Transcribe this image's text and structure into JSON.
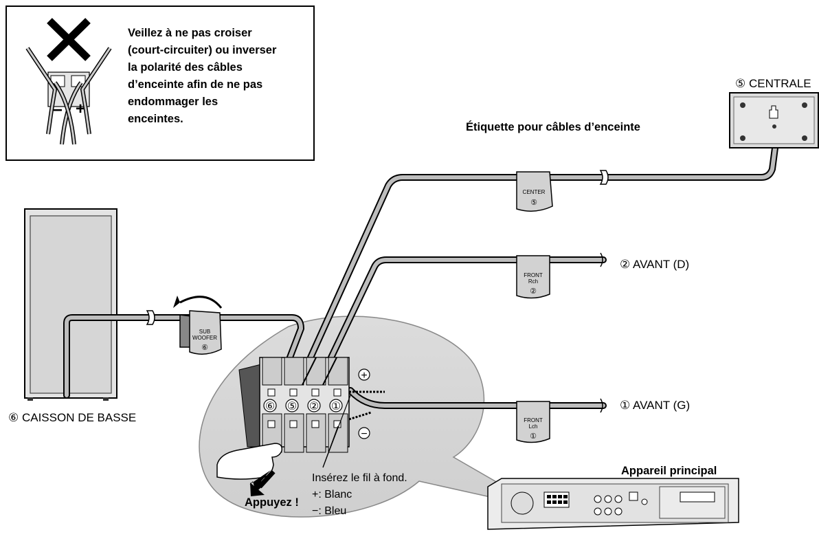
{
  "warning": {
    "lines": [
      "Veillez à ne pas croiser",
      "(court-circuiter) ou inverser",
      "la polarité des câbles",
      "d’enceinte afin de ne pas",
      "endommager les",
      "enceintes."
    ],
    "minus_sign": "−",
    "plus_sign": "+"
  },
  "labels": {
    "center_speaker": "⑤ CENTRALE",
    "cable_tag_label": "Étiquette pour câbles d’enceinte",
    "front_right": "② AVANT (D)",
    "front_left": "① AVANT (G)",
    "subwoofer": "⑥ CAISSON DE BASSE",
    "main_unit": "Appareil principal",
    "push": "Appuyez !",
    "insert_wire": "Insérez le fil à fond.",
    "plus_white": "+: Blanc",
    "minus_blue": "−: Bleu",
    "plus_symbol": "+",
    "minus_symbol": "−"
  },
  "tags": {
    "center": [
      "CENTER",
      "⑤"
    ],
    "front_r": [
      "FRONT",
      "Rch",
      "②"
    ],
    "front_l": [
      "FRONT",
      "Lch",
      "①"
    ],
    "sub": [
      "SUB",
      "WOOFER",
      "⑥"
    ]
  },
  "terminals": [
    "⑥",
    "⑤",
    "②",
    "①"
  ],
  "icons": [
    "cross-icon",
    "arrow-down-icon",
    "curved-arrow-icon",
    "hand-icon"
  ]
}
